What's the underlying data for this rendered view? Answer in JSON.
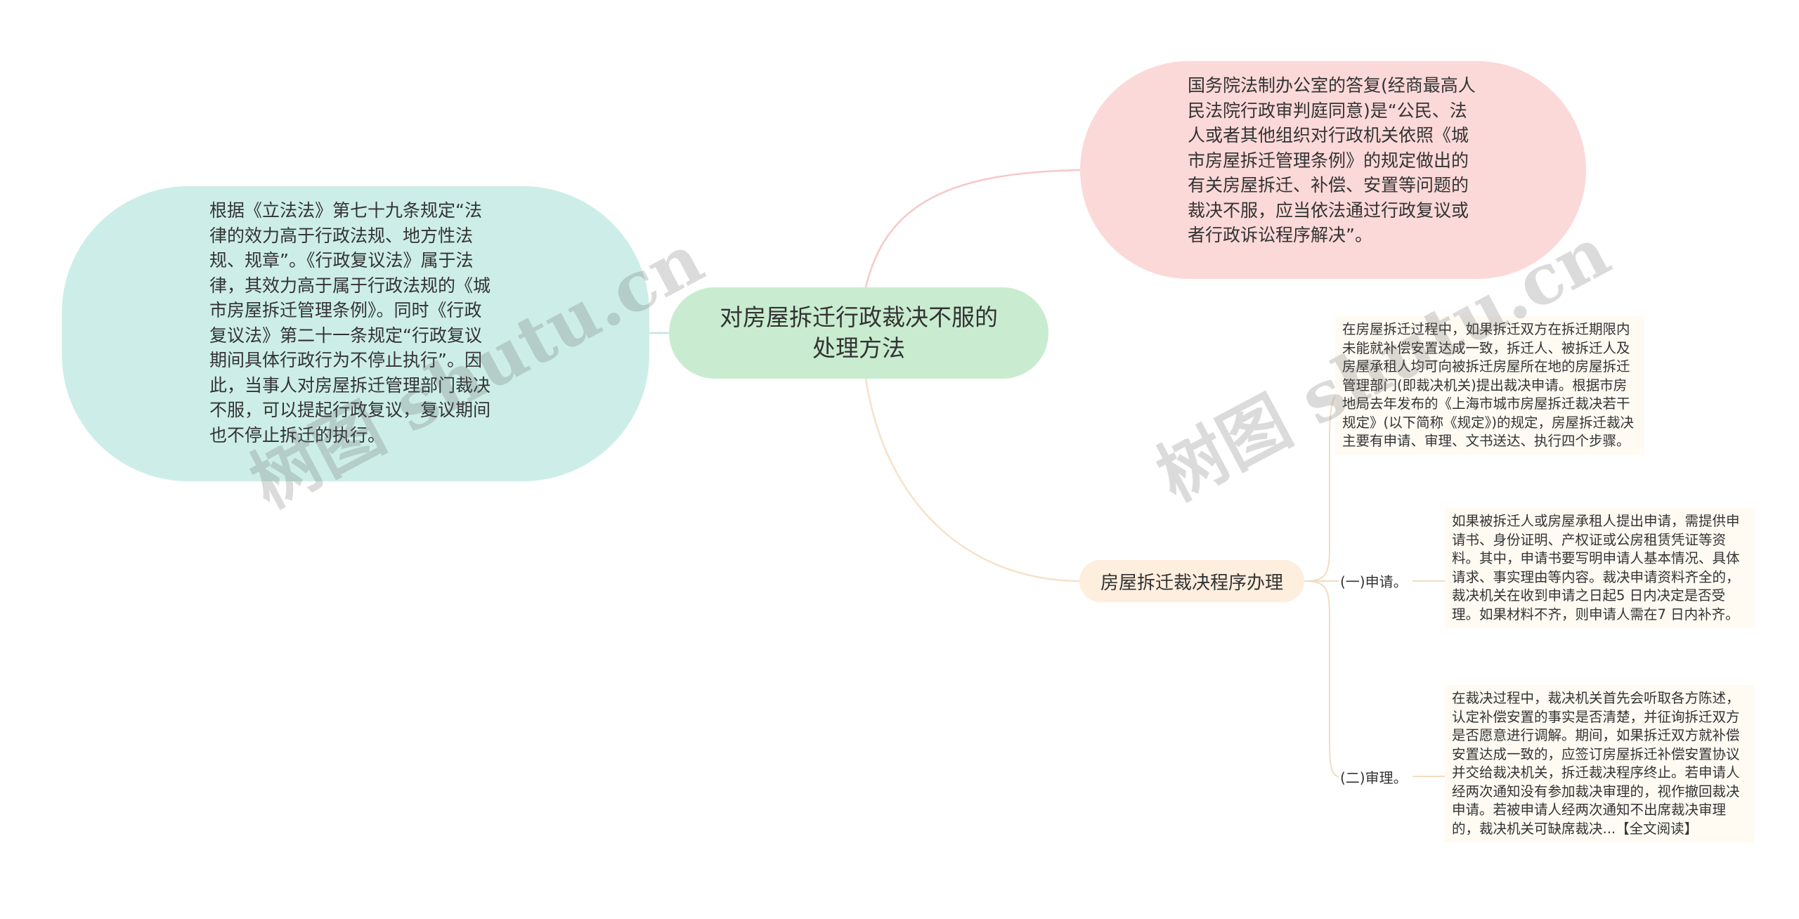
{
  "colors": {
    "root_fill": "#c9ecd0",
    "left_fill": "#cdeee8",
    "right_fill": "#fbd9d8",
    "branch_fill": "#fdeede",
    "note_fill": "#fffbf3",
    "edge_right": "#f6c9c7",
    "edge_left": "#bfe6dc",
    "edge_bottom": "#f8e1c8",
    "edge_tree": "#f2dcc0"
  },
  "root": {
    "label": "对房屋拆迁行政裁决不服的处理方法"
  },
  "left_branch": {
    "text": "根据《立法法》第七十九条规定“法律的效力高于行政法规、地方性法规、规章”。《行政复议法》属于法律，其效力高于属于行政法规的《城市房屋拆迁管理条例》。同时《行政复议法》第二十一条规定“行政复议期间具体行政行为不停止执行”。因此，当事人对房屋拆迁管理部门裁决不服，可以提起行政复议，复议期间也不停止拆迁的执行。"
  },
  "right_branch": {
    "text": "国务院法制办公室的答复(经商最高人民法院行政审判庭同意)是“公民、法人或者其他组织对行政机关依照《城市房屋拆迁管理条例》的规定做出的有关房屋拆迁、补偿、安置等问题的裁决不服，应当依法通过行政复议或者行政诉讼程序解决”。"
  },
  "procedure_branch": {
    "label": "房屋拆迁裁决程序办理",
    "intro": "在房屋拆迁过程中，如果拆迁双方在拆迁期限内未能就补偿安置达成一致，拆迁人、被拆迁人及房屋承租人均可向被拆迁房屋所在地的房屋拆迁管理部门(即裁决机关)提出裁决申请。根据市房地局去年发布的《上海市城市房屋拆迁裁决若干规定》(以下简称《规定》)的规定，房屋拆迁裁决主要有申请、审理、文书送达、执行四个步骤。",
    "steps": [
      {
        "label": "(一)申请。",
        "text": "如果被拆迁人或房屋承租人提出申请，需提供申请书、身份证明、产权证或公房租赁凭证等资料。其中，申请书要写明申请人基本情况、具体请求、事实理由等内容。裁决申请资料齐全的，裁决机关在收到申请之日起5 日内决定是否受理。如果材料不齐，则申请人需在7 日内补齐。"
      },
      {
        "label": "(二)审理。",
        "text": "在裁决过程中，裁决机关首先会听取各方陈述，认定补偿安置的事实是否清楚，并征询拆迁双方是否愿意进行调解。期间，如果拆迁双方就补偿安置达成一致的，应签订房屋拆迁补偿安置协议并交给裁决机关，拆迁裁决程序终止。若申请人经两次通知没有参加裁决审理的，视作撤回裁决申请。若被申请人经两次通知不出席裁决审理的，裁决机关可缺席裁决...【全文阅读】"
      }
    ]
  },
  "watermark": {
    "text": "树图 shutu.cn"
  }
}
